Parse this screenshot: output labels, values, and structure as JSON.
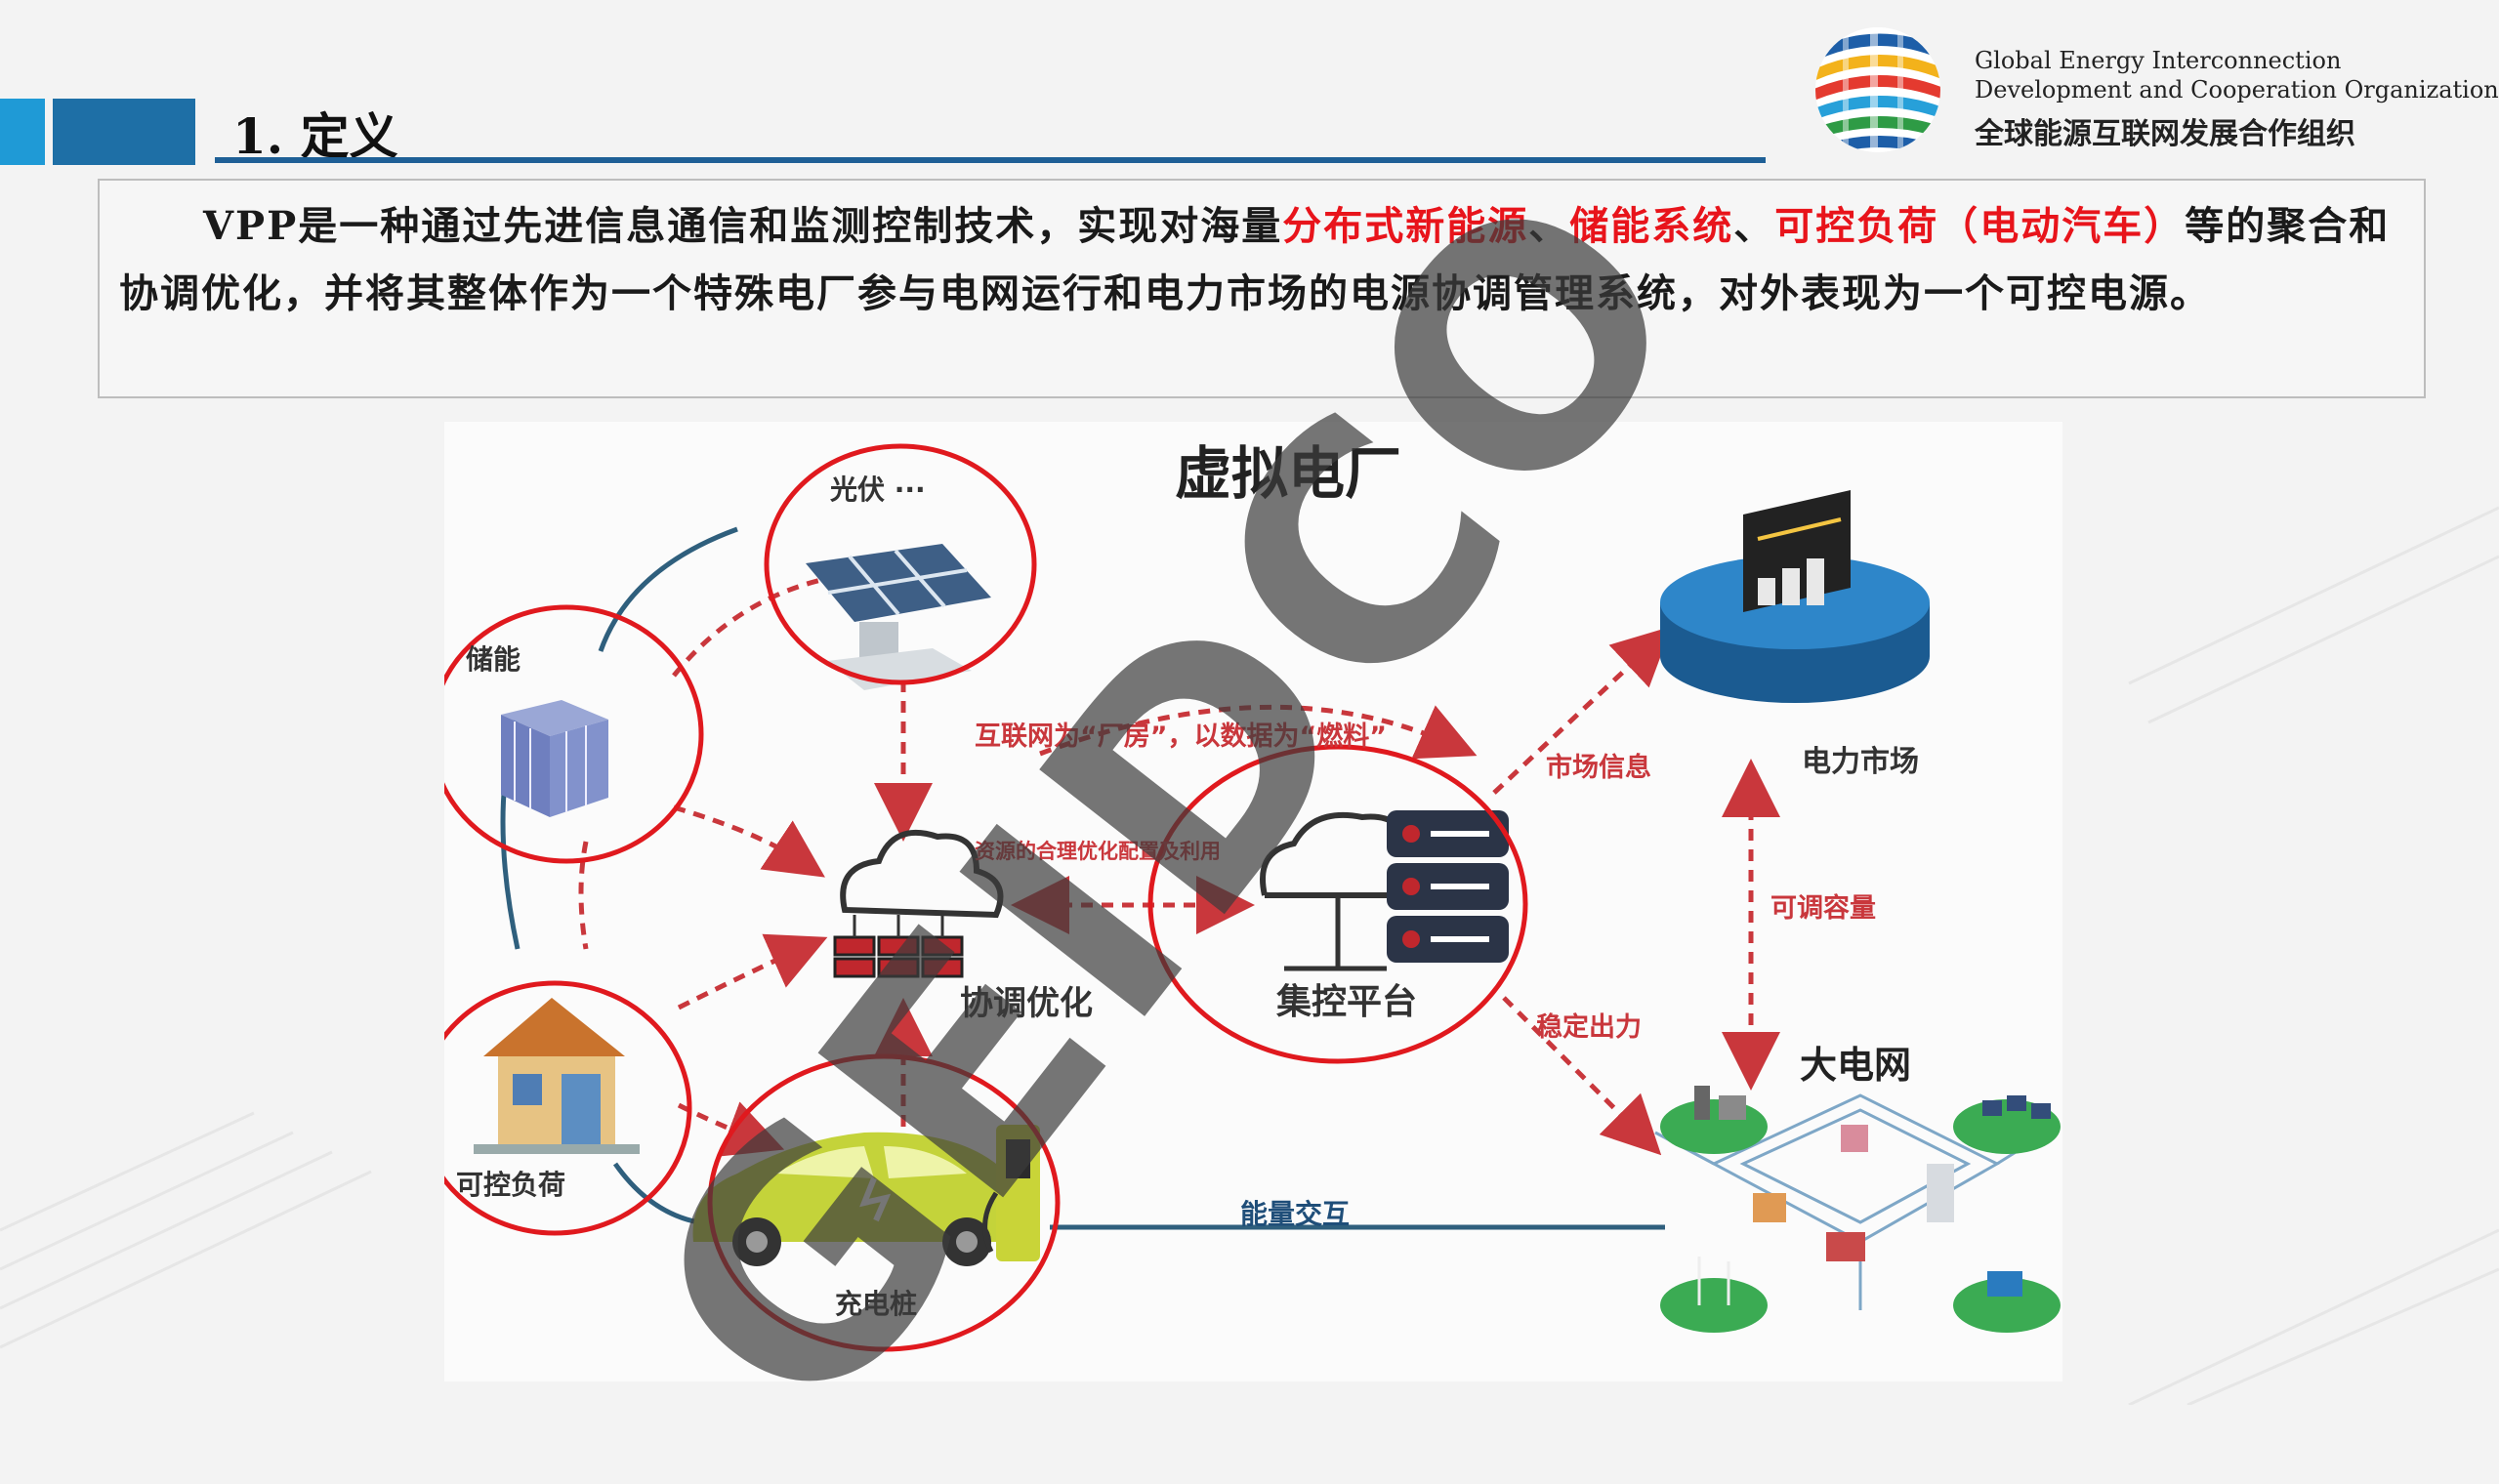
{
  "header": {
    "section_title": "1. 定义"
  },
  "org": {
    "name_en_line1": "Global Energy Interconnection",
    "name_en_line2": "Development and Cooperation Organization",
    "name_cn": "全球能源互联网发展合作组织"
  },
  "definition": {
    "p1": "VPP是一种通过先进信息通信和监测控制技术，实现对海量",
    "r1": "分布式新能源",
    "s1": "、",
    "r2": "储能系统",
    "s2": "、",
    "r3": "可控负荷（电动汽车）",
    "p2": "等的聚合和协调优化，并将其整体作为一个特殊电厂参与电网运行和电力市场的电源协调管理系统，对外表现为一个可控电源。"
  },
  "diagram": {
    "title": "虚拟电厂",
    "nodes": {
      "pv": "光伏 ···",
      "storage": "储能",
      "load": "可控负荷",
      "charger": "充电桩",
      "coordination": "协调优化",
      "platform": "集控平台",
      "market": "电力市场",
      "grid": "大电网"
    },
    "arrows": {
      "internet": "互联网为“厂房”，以数据为“燃料”",
      "resources": "资源的合理优化配置及利用",
      "market_info": "市场信息",
      "adjustable": "可调容量",
      "stable_output": "稳定出力",
      "energy_exchange": "能量交互"
    }
  },
  "watermark": "GEIDCO",
  "colors": {
    "accent_blue": "#1e6fa6",
    "light_blue": "#1f9ad6",
    "highlight_red": "#e8141b",
    "circle_red": "#e0191e",
    "arrow_red": "#c9373c"
  }
}
